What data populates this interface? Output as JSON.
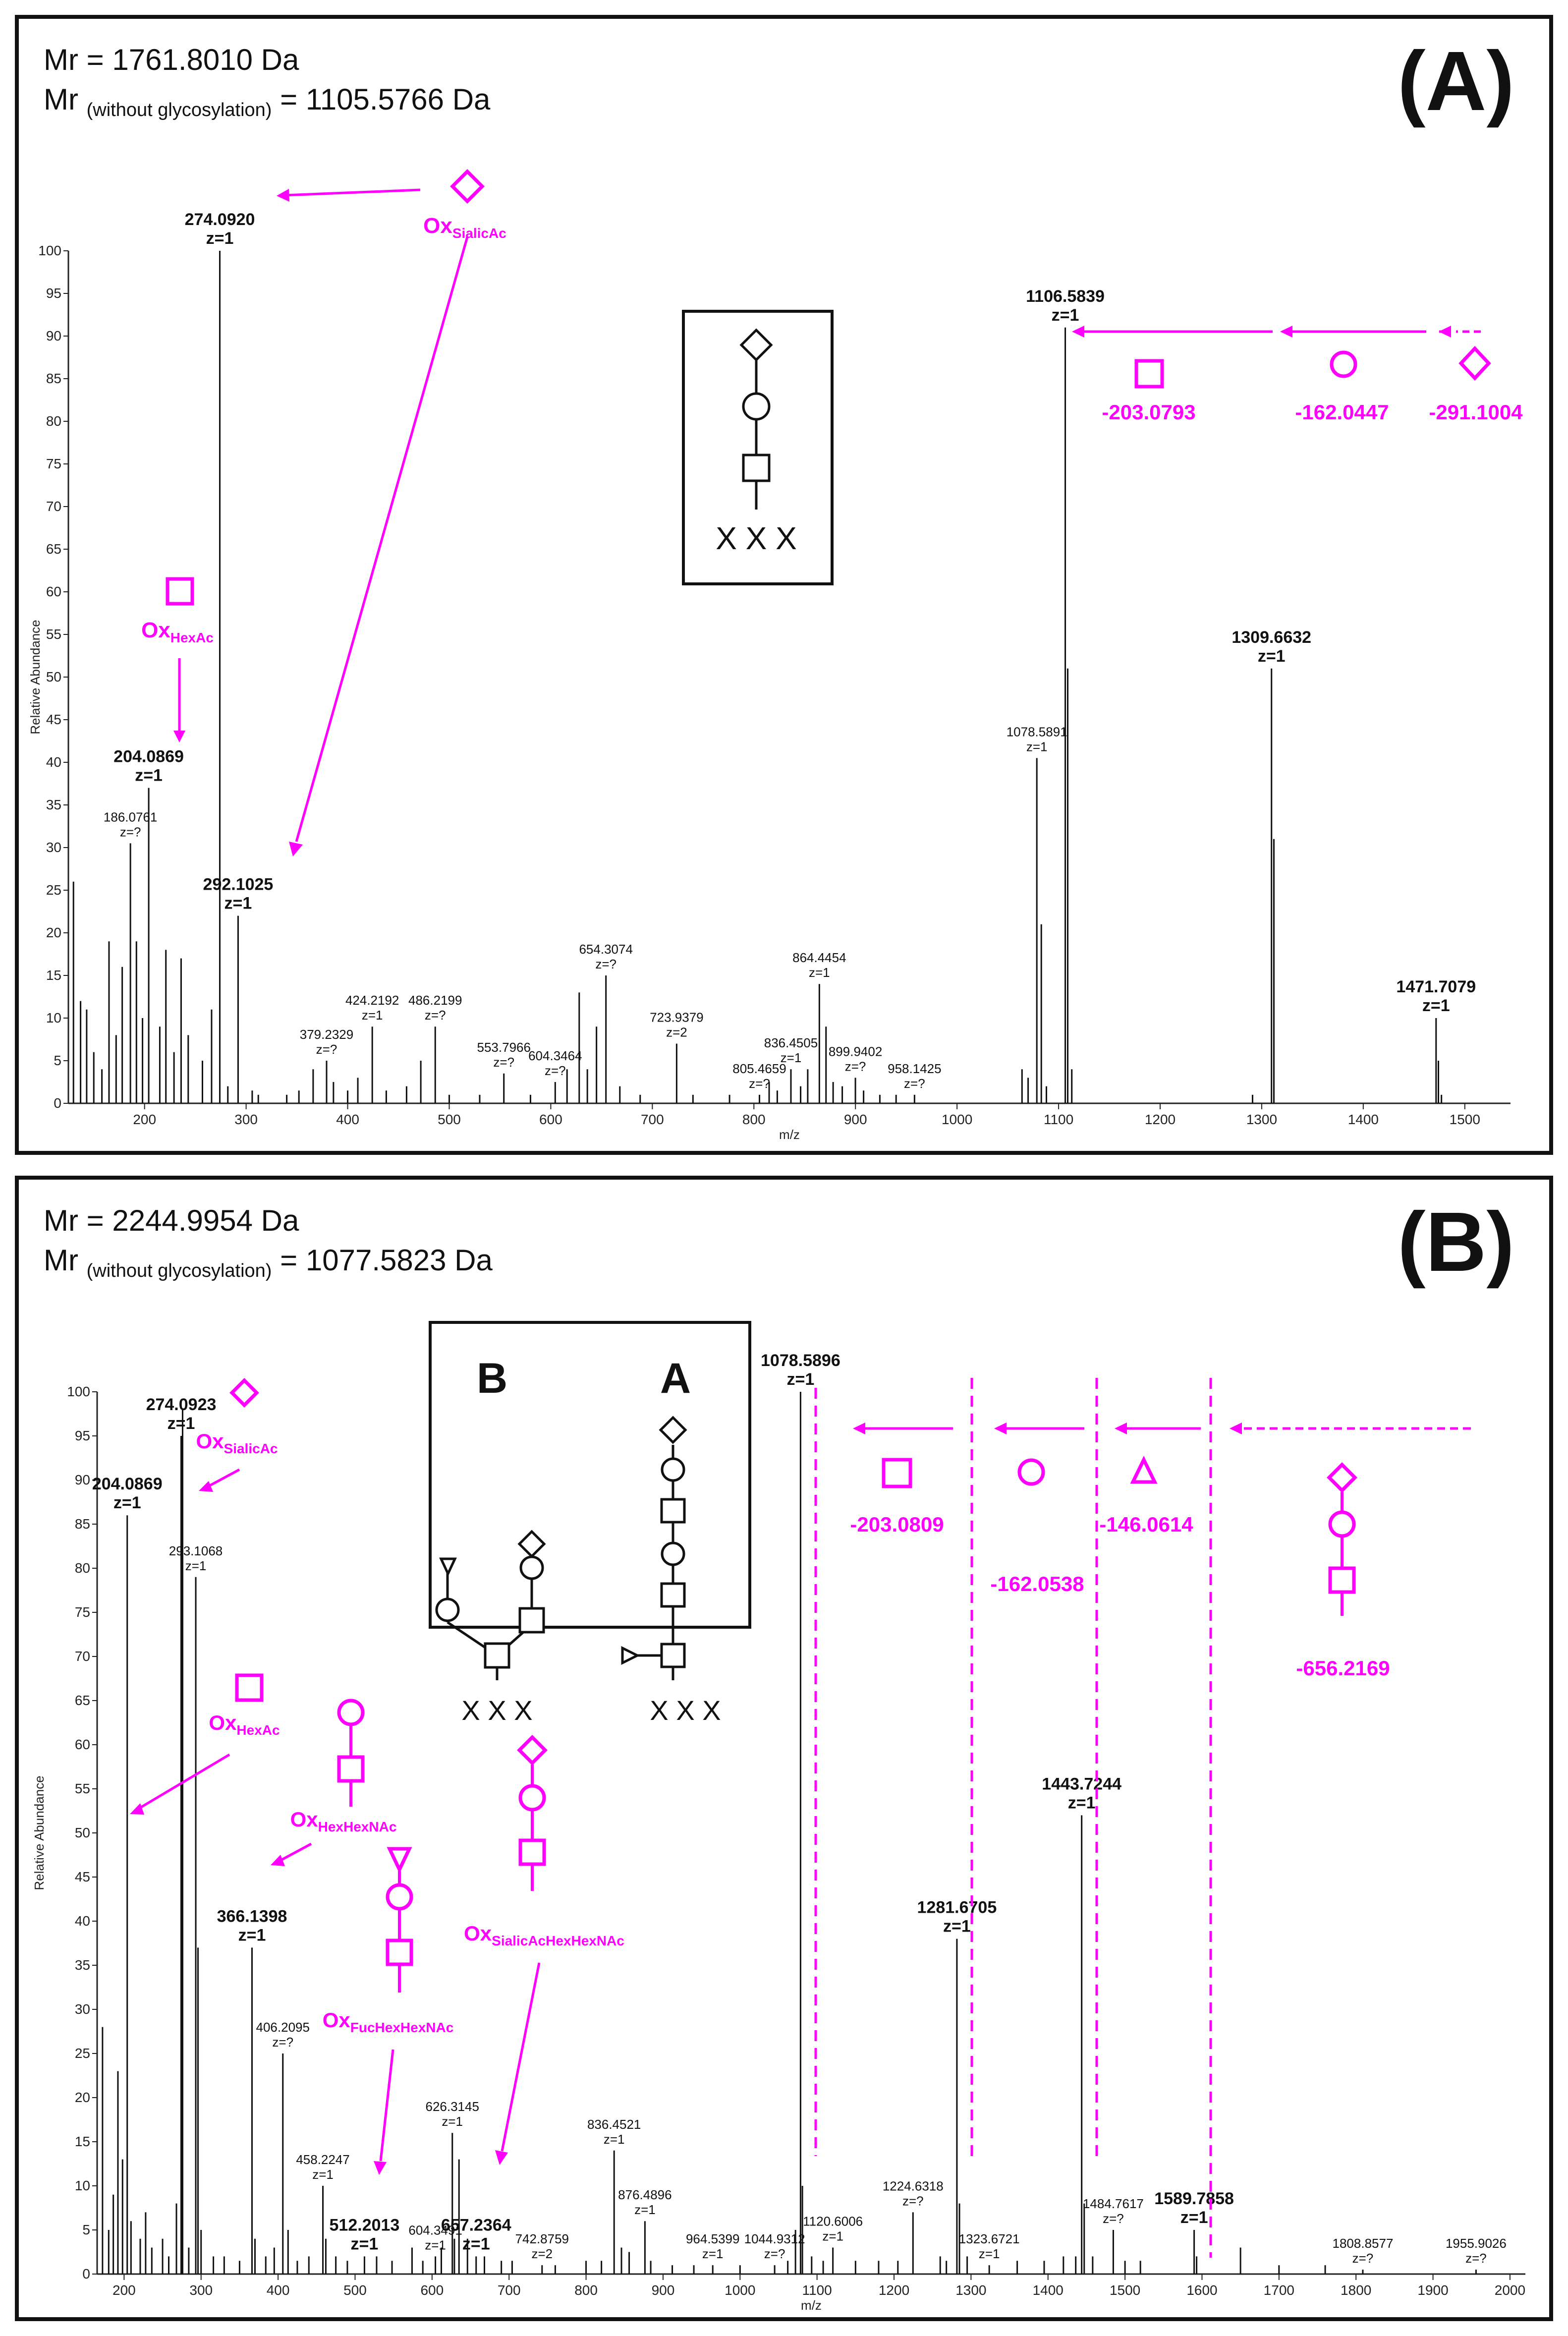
{
  "panels": {
    "a": {
      "letter": "(A)",
      "mr_label": "Mr = 1761.8010 Da",
      "mr2_prefix": "Mr",
      "mr2_sub": "(without glycosylation)",
      "mr2_value": "= 1105.5766 Da",
      "ion_labels": {
        "sialic": "Ox",
        "sialic_sub": "SialicAc",
        "hexac": "Ox",
        "hexac_sub": "HexAc"
      },
      "mass_losses": [
        "-203.0793",
        "-162.0447",
        "-291.1004"
      ],
      "inset_text": "X X X"
    },
    "b": {
      "letter": "(B)",
      "mr_label": "Mr = 2244.9954 Da",
      "mr2_prefix": "Mr",
      "mr2_sub": "(without glycosylation)",
      "mr2_value": "= 1077.5823 Da",
      "ion_labels": {
        "sialic": "Ox",
        "sialic_sub": "SialicAc",
        "hexac": "Ox",
        "hexac_sub": "HexAc",
        "hexhex": "Ox",
        "hexhex_sub": "HexHexNAc",
        "fuc": "Ox",
        "fuc_sub": "FucHexHexNAc",
        "sial2": "Ox",
        "sial2_sub": "SialicAcHexHexNAc"
      },
      "mass_losses": [
        "-203.0809",
        "-162.0538",
        "-146.0614",
        "-656.2169"
      ],
      "inset_a": "A",
      "inset_b": "B",
      "inset_text_a": "X X X",
      "inset_text_b": "X X X"
    }
  },
  "chart_data": [
    {
      "type": "bar",
      "panel": "A",
      "xlabel": "m/z",
      "ylabel": "Relative Abundance",
      "xlim": [
        125,
        1545
      ],
      "ylim": [
        0,
        100
      ],
      "xticks": [
        200,
        300,
        400,
        500,
        600,
        700,
        800,
        900,
        1000,
        1100,
        1200,
        1300,
        1400,
        1500
      ],
      "yticks": [
        0,
        5,
        10,
        15,
        20,
        25,
        30,
        35,
        40,
        45,
        50,
        55,
        60,
        65,
        70,
        75,
        80,
        85,
        90,
        95,
        100
      ],
      "labeled_peaks": [
        {
          "mz": 274.092,
          "y": 100,
          "label": "274.0920",
          "z": "z=1",
          "bold": true
        },
        {
          "mz": 204.0869,
          "y": 37,
          "label": "204.0869",
          "z": "z=1",
          "bold": true
        },
        {
          "mz": 186.0761,
          "y": 30.5,
          "label": "186.0761",
          "z": "z=?",
          "bold": false
        },
        {
          "mz": 292.1025,
          "y": 22,
          "label": "292.1025",
          "z": "z=1",
          "bold": true
        },
        {
          "mz": 379.2329,
          "y": 5,
          "label": "379.2329",
          "z": "z=?",
          "bold": false
        },
        {
          "mz": 424.2192,
          "y": 9,
          "label": "424.2192",
          "z": "z=1",
          "bold": false
        },
        {
          "mz": 486.2199,
          "y": 9,
          "label": "486.2199",
          "z": "z=?",
          "bold": false
        },
        {
          "mz": 553.7966,
          "y": 3.5,
          "label": "553.7966",
          "z": "z=?",
          "bold": false
        },
        {
          "mz": 604.3464,
          "y": 2.5,
          "label": "604.3464",
          "z": "z=?",
          "bold": false
        },
        {
          "mz": 654.3074,
          "y": 15,
          "label": "654.3074",
          "z": "z=?",
          "bold": false
        },
        {
          "mz": 723.9379,
          "y": 7,
          "label": "723.9379",
          "z": "z=2",
          "bold": false
        },
        {
          "mz": 805.4659,
          "y": 1,
          "label": "805.4659",
          "z": "z=?",
          "bold": false
        },
        {
          "mz": 836.4505,
          "y": 4,
          "label": "836.4505",
          "z": "z=1",
          "bold": false
        },
        {
          "mz": 864.4454,
          "y": 14,
          "label": "864.4454",
          "z": "z=1",
          "bold": false
        },
        {
          "mz": 899.9402,
          "y": 3,
          "label": "899.9402",
          "z": "z=?",
          "bold": false
        },
        {
          "mz": 958.1425,
          "y": 1,
          "label": "958.1425",
          "z": "z=?",
          "bold": false
        },
        {
          "mz": 1078.5891,
          "y": 40.5,
          "label": "1078.5891",
          "z": "z=1",
          "bold": false
        },
        {
          "mz": 1106.5839,
          "y": 91,
          "label": "1106.5839",
          "z": "z=1",
          "bold": true
        },
        {
          "mz": 1309.6632,
          "y": 51,
          "label": "1309.6632",
          "z": "z=1",
          "bold": true
        },
        {
          "mz": 1471.7079,
          "y": 10,
          "label": "1471.7079",
          "z": "z=1",
          "bold": true
        }
      ],
      "other_peaks": [
        [
          130,
          26
        ],
        [
          137,
          12
        ],
        [
          143,
          11
        ],
        [
          150,
          6
        ],
        [
          158,
          4
        ],
        [
          165,
          19
        ],
        [
          172,
          8
        ],
        [
          178,
          16
        ],
        [
          192,
          19
        ],
        [
          198,
          10
        ],
        [
          215,
          9
        ],
        [
          221,
          18
        ],
        [
          229,
          6
        ],
        [
          236,
          17
        ],
        [
          243,
          8
        ],
        [
          257,
          5
        ],
        [
          266,
          11
        ],
        [
          282,
          2
        ],
        [
          306,
          1.5
        ],
        [
          312,
          1
        ],
        [
          340,
          1
        ],
        [
          352,
          1.5
        ],
        [
          366,
          4
        ],
        [
          386,
          2.5
        ],
        [
          400,
          1.5
        ],
        [
          410,
          3
        ],
        [
          438,
          1.5
        ],
        [
          458,
          2
        ],
        [
          472,
          5
        ],
        [
          500,
          1
        ],
        [
          530,
          1
        ],
        [
          580,
          1
        ],
        [
          616,
          4
        ],
        [
          628,
          13
        ],
        [
          636,
          4
        ],
        [
          645,
          9
        ],
        [
          668,
          2
        ],
        [
          688,
          1
        ],
        [
          740,
          1
        ],
        [
          776,
          1
        ],
        [
          815,
          2.5
        ],
        [
          823,
          1.5
        ],
        [
          846,
          2
        ],
        [
          853,
          4
        ],
        [
          871,
          9
        ],
        [
          878,
          2.5
        ],
        [
          887,
          2
        ],
        [
          908,
          1.5
        ],
        [
          924,
          1
        ],
        [
          940,
          1
        ],
        [
          1064,
          4
        ],
        [
          1070,
          3
        ],
        [
          1083,
          21
        ],
        [
          1088,
          2
        ],
        [
          1109,
          51
        ],
        [
          1113,
          4
        ],
        [
          1291,
          1
        ],
        [
          1312,
          31
        ],
        [
          1474,
          5
        ],
        [
          1477,
          1
        ]
      ]
    },
    {
      "type": "bar",
      "panel": "B",
      "xlabel": "m/z",
      "ylabel": "Relative Abundance",
      "xlim": [
        165,
        2020
      ],
      "ylim": [
        0,
        100
      ],
      "xticks": [
        200,
        300,
        400,
        500,
        600,
        700,
        800,
        900,
        1000,
        1100,
        1200,
        1300,
        1400,
        1500,
        1600,
        1700,
        1800,
        1900,
        2000
      ],
      "yticks": [
        0,
        5,
        10,
        15,
        20,
        25,
        30,
        35,
        40,
        45,
        50,
        55,
        60,
        65,
        70,
        75,
        80,
        85,
        90,
        95,
        100
      ],
      "labeled_peaks": [
        {
          "mz": 274.0923,
          "y": 95,
          "label": "274.0923",
          "z": "z=1",
          "bold": true
        },
        {
          "mz": 204.0869,
          "y": 86,
          "label": "204.0869",
          "z": "z=1",
          "bold": true
        },
        {
          "mz": 293.1068,
          "y": 79,
          "label": "293.1068",
          "z": "z=1",
          "bold": false
        },
        {
          "mz": 366.1398,
          "y": 37,
          "label": "366.1398",
          "z": "z=1",
          "bold": true
        },
        {
          "mz": 406.2095,
          "y": 25,
          "label": "406.2095",
          "z": "z=?",
          "bold": false
        },
        {
          "mz": 458.2247,
          "y": 10,
          "label": "458.2247",
          "z": "z=1",
          "bold": false
        },
        {
          "mz": 512.2013,
          "y": 2,
          "label": "512.2013",
          "z": "z=1",
          "bold": true
        },
        {
          "mz": 604.3491,
          "y": 2,
          "label": "604.3491",
          "z": "z=1",
          "bold": false
        },
        {
          "mz": 626.3145,
          "y": 16,
          "label": "626.3145",
          "z": "z=1",
          "bold": false
        },
        {
          "mz": 657.2364,
          "y": 2,
          "label": "657.2364",
          "z": "z=1",
          "bold": true
        },
        {
          "mz": 742.8759,
          "y": 1,
          "label": "742.8759",
          "z": "z=2",
          "bold": false
        },
        {
          "mz": 836.4521,
          "y": 14,
          "label": "836.4521",
          "z": "z=1",
          "bold": false
        },
        {
          "mz": 876.4896,
          "y": 6,
          "label": "876.4896",
          "z": "z=1",
          "bold": false
        },
        {
          "mz": 964.5399,
          "y": 1,
          "label": "964.5399",
          "z": "z=1",
          "bold": false
        },
        {
          "mz": 1044.9312,
          "y": 1,
          "label": "1044.9312",
          "z": "z=?",
          "bold": false
        },
        {
          "mz": 1078.5896,
          "y": 100,
          "label": "1078.5896",
          "z": "z=1",
          "bold": true
        },
        {
          "mz": 1120.6006,
          "y": 3,
          "label": "1120.6006",
          "z": "z=1",
          "bold": false
        },
        {
          "mz": 1224.6318,
          "y": 7,
          "label": "1224.6318",
          "z": "z=?",
          "bold": false
        },
        {
          "mz": 1281.6705,
          "y": 38,
          "label": "1281.6705",
          "z": "z=1",
          "bold": true
        },
        {
          "mz": 1323.6721,
          "y": 1,
          "label": "1323.6721",
          "z": "z=1",
          "bold": false
        },
        {
          "mz": 1443.7244,
          "y": 52,
          "label": "1443.7244",
          "z": "z=1",
          "bold": true
        },
        {
          "mz": 1484.7617,
          "y": 5,
          "label": "1484.7617",
          "z": "z=?",
          "bold": false
        },
        {
          "mz": 1589.7858,
          "y": 5,
          "label": "1589.7858",
          "z": "z=1",
          "bold": true
        },
        {
          "mz": 1808.8577,
          "y": 0.5,
          "label": "1808.8577",
          "z": "z=?",
          "bold": false
        },
        {
          "mz": 1955.9026,
          "y": 0.5,
          "label": "1955.9026",
          "z": "z=?",
          "bold": false
        }
      ],
      "other_peaks": [
        [
          172,
          28
        ],
        [
          180,
          5
        ],
        [
          186,
          9
        ],
        [
          192,
          23
        ],
        [
          198,
          13
        ],
        [
          209,
          6
        ],
        [
          221,
          4
        ],
        [
          228,
          7
        ],
        [
          236,
          3
        ],
        [
          250,
          4
        ],
        [
          258,
          2
        ],
        [
          268,
          8
        ],
        [
          276,
          98
        ],
        [
          284,
          3
        ],
        [
          296,
          37
        ],
        [
          300,
          5
        ],
        [
          316,
          2
        ],
        [
          330,
          2
        ],
        [
          350,
          1.5
        ],
        [
          370,
          4
        ],
        [
          384,
          2
        ],
        [
          395,
          3
        ],
        [
          413,
          5
        ],
        [
          425,
          1.5
        ],
        [
          440,
          2
        ],
        [
          462,
          4
        ],
        [
          475,
          2
        ],
        [
          490,
          1.5
        ],
        [
          528,
          2
        ],
        [
          548,
          1.5
        ],
        [
          574,
          3
        ],
        [
          588,
          1.5
        ],
        [
          612,
          3
        ],
        [
          629,
          4
        ],
        [
          635,
          13
        ],
        [
          646,
          4
        ],
        [
          668,
          2
        ],
        [
          690,
          1.5
        ],
        [
          704,
          1.5
        ],
        [
          760,
          1
        ],
        [
          800,
          1.5
        ],
        [
          820,
          1.5
        ],
        [
          846,
          3
        ],
        [
          856,
          2.5
        ],
        [
          884,
          1.5
        ],
        [
          912,
          1
        ],
        [
          940,
          1
        ],
        [
          1000,
          1
        ],
        [
          1062,
          1.5
        ],
        [
          1072,
          5
        ],
        [
          1081,
          10
        ],
        [
          1093,
          2
        ],
        [
          1108,
          1.5
        ],
        [
          1150,
          1.5
        ],
        [
          1180,
          1.5
        ],
        [
          1205,
          1.5
        ],
        [
          1260,
          2
        ],
        [
          1268,
          1.5
        ],
        [
          1285,
          8
        ],
        [
          1295,
          2
        ],
        [
          1360,
          1.5
        ],
        [
          1395,
          1.5
        ],
        [
          1420,
          2
        ],
        [
          1436,
          2
        ],
        [
          1447,
          8
        ],
        [
          1458,
          2
        ],
        [
          1500,
          1.5
        ],
        [
          1520,
          1.5
        ],
        [
          1593,
          2
        ],
        [
          1650,
          3
        ],
        [
          1700,
          1
        ],
        [
          1760,
          1
        ]
      ]
    }
  ]
}
